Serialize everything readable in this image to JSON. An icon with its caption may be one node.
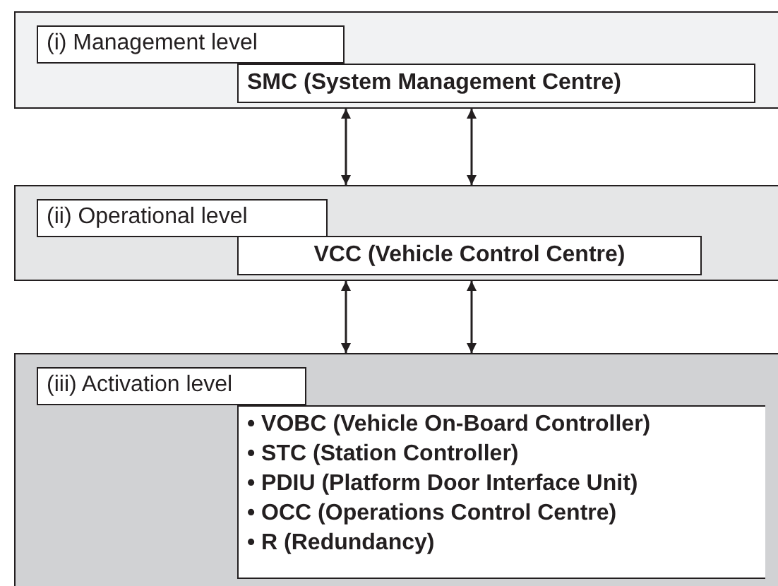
{
  "diagram": {
    "nodes": [
      {
        "text": [],
        "shape": "box"
      },
      {
        "text": [
          "(i) Management level"
        ],
        "in": 0
      },
      {
        "text": [
          "SMC (System Management Centre)"
        ],
        "in": 0
      },
      {
        "text": [],
        "shape": "box"
      },
      {
        "text": [
          "(ii) Operational level"
        ],
        "in": 3
      },
      {
        "text": [
          "VCC (Vehicle Control Centre)"
        ],
        "in": 3
      },
      {
        "text": [],
        "shape": "box"
      },
      {
        "text": [
          "(iii) Activation level"
        ],
        "in": 6
      },
      {
        "text": [
          "• VOBC (Vehicle On-Board Controller)",
          "• STC (Station Controller)",
          "• PDIU (Platform Door Interface Unit)",
          "• OCC (Operations Control Centre)",
          "• R (Redundancy)"
        ],
        "in": 6
      }
    ],
    "edges": [
      {
        "from": 0,
        "to": 3,
        "arrow": "both"
      },
      {
        "from": 0,
        "to": 3,
        "arrow": "both"
      },
      {
        "from": 3,
        "to": 6,
        "arrow": "both"
      },
      {
        "from": 3,
        "to": 6,
        "arrow": "both"
      }
    ]
  }
}
